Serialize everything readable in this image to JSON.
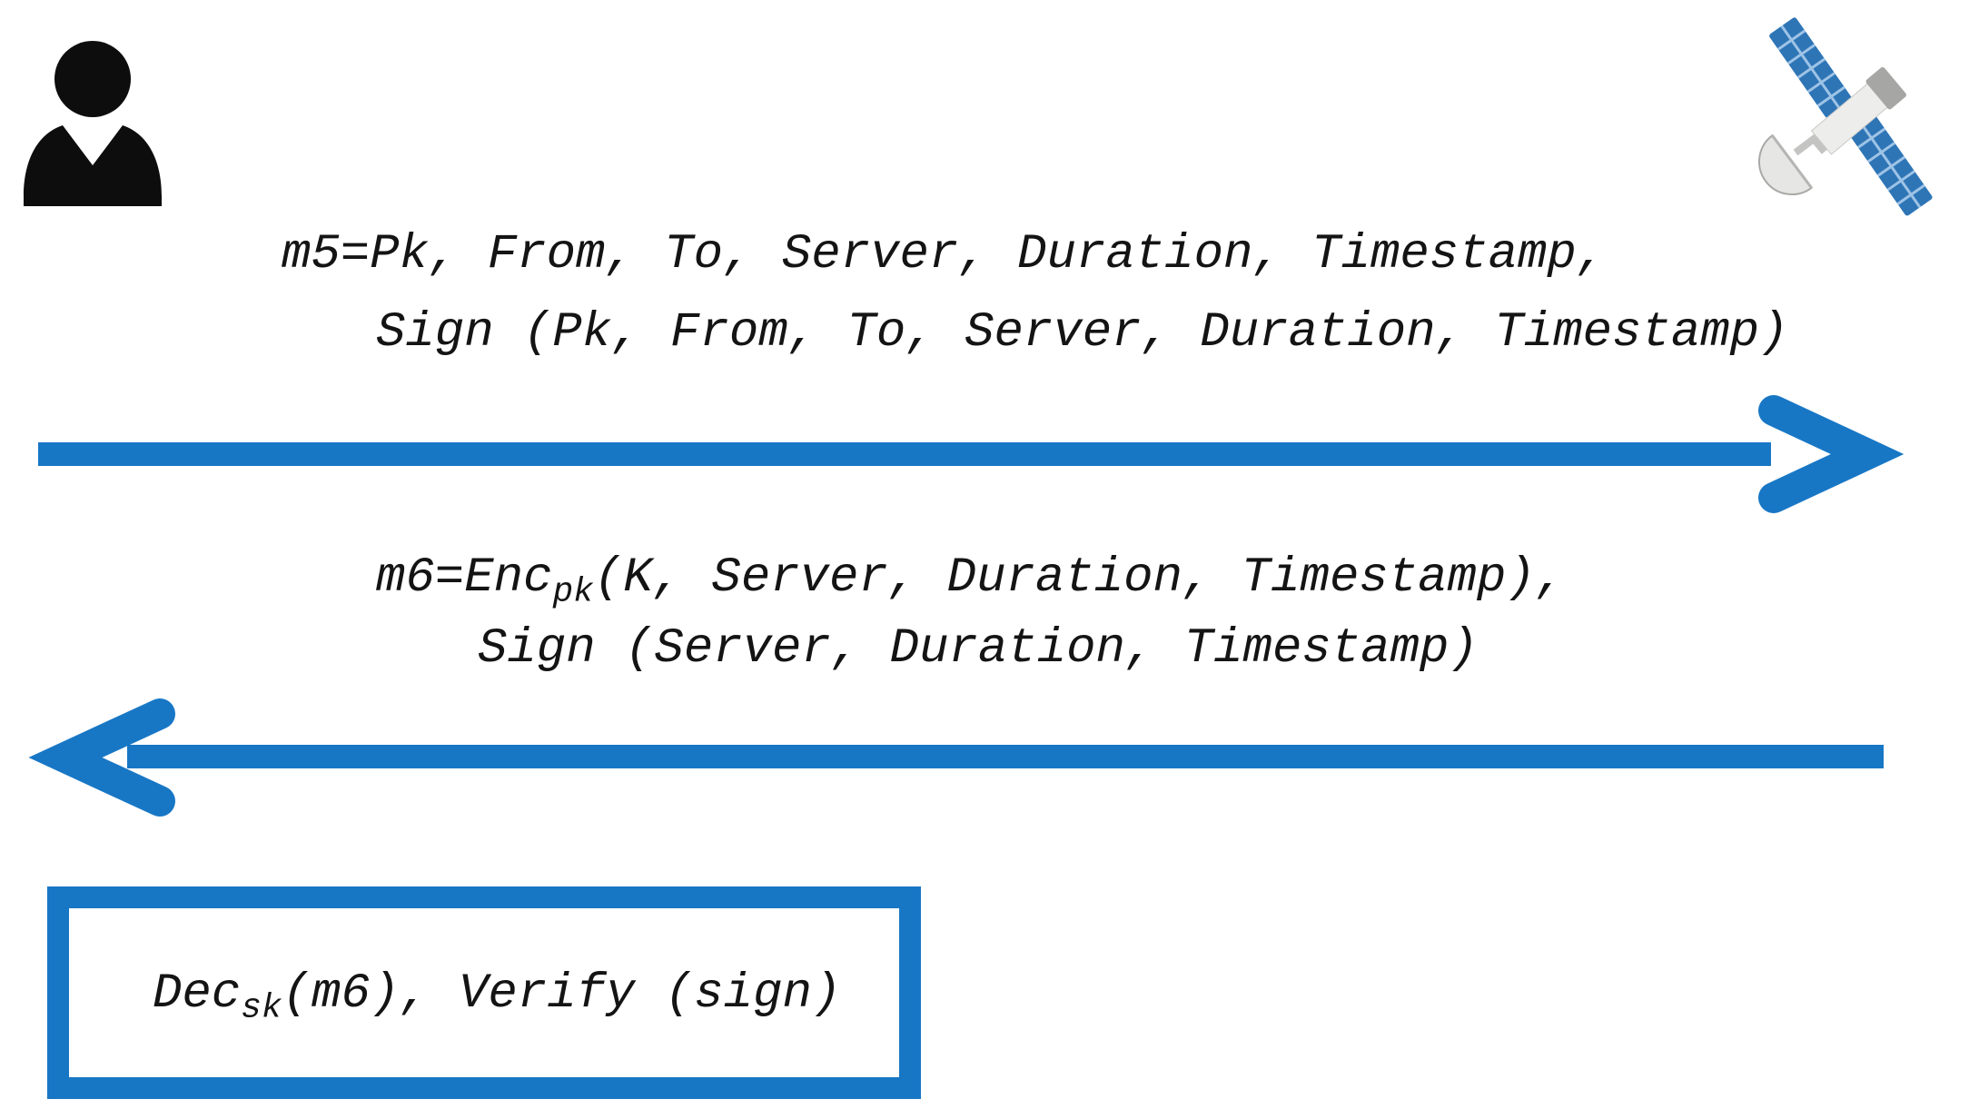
{
  "diagram": {
    "type": "protocol-sequence",
    "actors": {
      "user": {
        "icon": "person-icon",
        "position": "top-left"
      },
      "satellite": {
        "icon": "satellite-icon",
        "position": "top-right"
      }
    },
    "messages": [
      {
        "id": "m5",
        "direction": "right",
        "line1": "m5=Pk, From, To, Server, Duration, Timestamp,",
        "line2": "Sign (Pk, From, To, Server, Duration, Timestamp)"
      },
      {
        "id": "m6",
        "direction": "left",
        "line1_segments": [
          {
            "t": "m6=Enc"
          },
          {
            "t": "pk",
            "sub": true
          },
          {
            "t": "(K, Server, Duration, Timestamp),"
          }
        ],
        "line2": "Sign (Server, Duration, Timestamp)"
      }
    ],
    "process_box": {
      "label_segments": [
        {
          "t": "Dec"
        },
        {
          "t": "sk",
          "sub": true
        },
        {
          "t": "(m6), Verify (sign)"
        }
      ]
    },
    "colors": {
      "arrow": "#1877C5",
      "box_border": "#1877C5",
      "text": "#141414",
      "person_icon": "#0d0d0d",
      "solar_panel": "#2E75B6",
      "solar_grid": "#9DC3E6",
      "satellite_body": "#EDEDEB",
      "satellite_gray": "#A6A6A4"
    }
  }
}
